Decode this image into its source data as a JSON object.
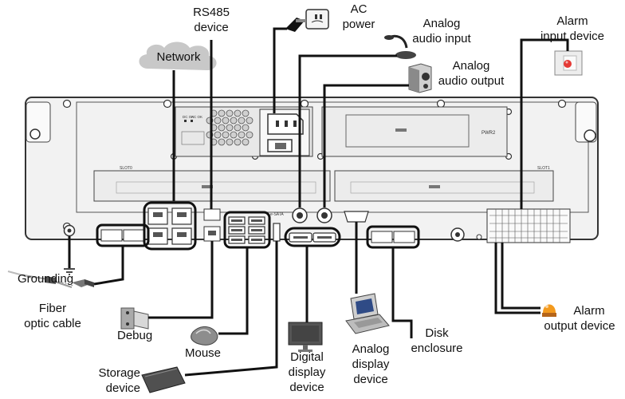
{
  "labels": {
    "rs485": [
      "RS485",
      "device"
    ],
    "network": "Network",
    "ac_power": [
      "AC",
      "power"
    ],
    "analog_audio_input": [
      "Analog",
      "audio input"
    ],
    "analog_audio_output": [
      "Analog",
      "audio output"
    ],
    "alarm_input": [
      "Alarm",
      "input device"
    ],
    "grounding": "Grounding",
    "fiber_optic": [
      "Fiber",
      "optic cable"
    ],
    "debug": "Debug",
    "mouse": "Mouse",
    "storage": [
      "Storage",
      "device"
    ],
    "digital_display": [
      "Digital",
      "display",
      "device"
    ],
    "analog_display": [
      "Analog",
      "display",
      "device"
    ],
    "disk_enclosure": [
      "Disk",
      "enclosure"
    ],
    "alarm_output": [
      "Alarm",
      "output device"
    ]
  },
  "panel": {
    "psu_left_text": [
      "DC OK",
      "AC OK"
    ],
    "psu_right_label": "PWR2",
    "slot_left_label": "SLOT0",
    "slot_right_label": "SLOT1",
    "esata_label": "e-SATA"
  },
  "colors": {
    "line": "#111111",
    "chassis": "#f2f2f2",
    "chassis_stroke": "#333333",
    "cloud": "#c8c8c8",
    "alarm_lamp": "#f39a1e"
  }
}
